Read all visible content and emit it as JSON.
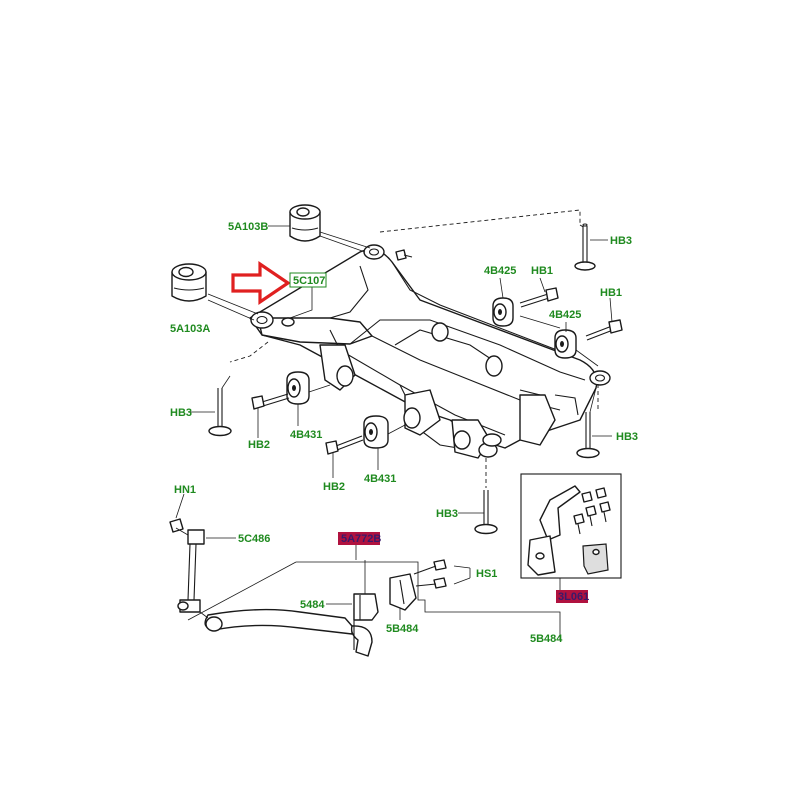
{
  "diagram": {
    "labels": {
      "l_5A103B": "5A103B",
      "l_5A103A": "5A103A",
      "l_5C107": "5C107",
      "l_4B425_a": "4B425",
      "l_HB1_a": "HB1",
      "l_HB3_tr": "HB3",
      "l_HB1_b": "HB1",
      "l_4B425_b": "4B425",
      "l_HB3_l": "HB3",
      "l_HB2_a": "HB2",
      "l_4B431_a": "4B431",
      "l_HB2_b": "HB2",
      "l_4B431_b": "4B431",
      "l_HB3_r": "HB3",
      "l_HB3_b": "HB3",
      "l_HN1": "HN1",
      "l_5C486": "5C486",
      "l_5A772": "5A772B",
      "l_HS1": "HS1",
      "l_5484": "5484",
      "l_5B484_a": "5B484",
      "l_5B484_b": "5B484",
      "l_kit": "3L061"
    },
    "colors": {
      "label_green": "#1f8a1f",
      "callout_red": "#e02020",
      "highlight_box": "#b0123f",
      "line": "#1a1a1a"
    },
    "icons": {
      "callout": "right-arrow-outline-icon"
    }
  }
}
